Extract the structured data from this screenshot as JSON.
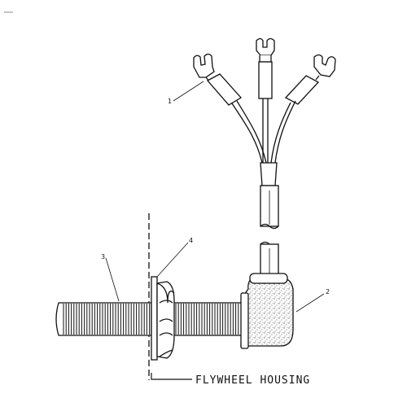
{
  "diagram": {
    "callouts": {
      "item1": "1",
      "item2": "2",
      "item3": "3",
      "item4": "4"
    },
    "housing_label": "FLYWHEEL HOUSING"
  }
}
